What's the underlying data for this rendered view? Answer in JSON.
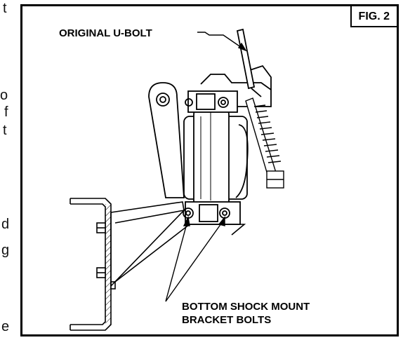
{
  "figure": {
    "label": "FIG. 2"
  },
  "callouts": {
    "original_u_bolt": "ORIGINAL U-BOLT",
    "bottom_bolts_line1": "BOTTOM SHOCK MOUNT",
    "bottom_bolts_line2": "BRACKET BOLTS"
  },
  "page_edge_fragments": [
    "t",
    "o",
    "f",
    "t",
    "d",
    "g",
    "e"
  ]
}
